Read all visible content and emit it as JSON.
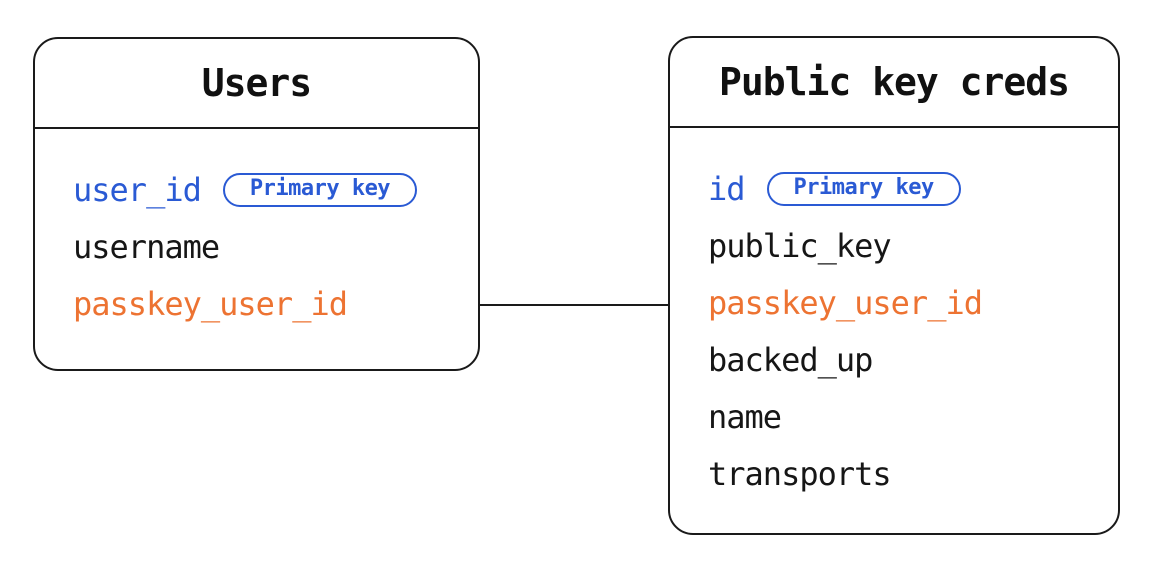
{
  "diagram": {
    "background": "#ffffff",
    "stroke_color": "#1a1a1a",
    "accent_blue": "#2a5ad4",
    "accent_orange": "#ed7332",
    "tables": [
      {
        "title": "Users",
        "fields": [
          {
            "name": "user_id",
            "emphasis": "primary",
            "badge": "Primary key"
          },
          {
            "name": "username",
            "emphasis": "normal"
          },
          {
            "name": "passkey_user_id",
            "emphasis": "foreign"
          }
        ]
      },
      {
        "title": "Public key creds",
        "fields": [
          {
            "name": "id",
            "emphasis": "primary",
            "badge": "Primary key"
          },
          {
            "name": "public_key",
            "emphasis": "normal"
          },
          {
            "name": "passkey_user_id",
            "emphasis": "foreign"
          },
          {
            "name": "backed_up",
            "emphasis": "normal"
          },
          {
            "name": "name",
            "emphasis": "normal"
          },
          {
            "name": "transports",
            "emphasis": "normal"
          }
        ]
      }
    ],
    "connector": {
      "from_table": "Users",
      "from_field": "passkey_user_id",
      "to_table": "Public key creds",
      "to_field": "passkey_user_id"
    }
  }
}
